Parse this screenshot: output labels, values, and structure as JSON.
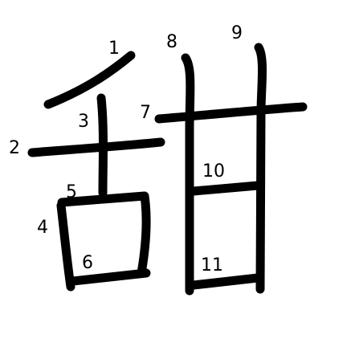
{
  "character": "甜",
  "stroke_numbers": [
    "1",
    "2",
    "3",
    "4",
    "5",
    "6",
    "7",
    "8",
    "9",
    "10",
    "11"
  ],
  "colors": {
    "stroke": "#000000",
    "background": "#ffffff"
  }
}
